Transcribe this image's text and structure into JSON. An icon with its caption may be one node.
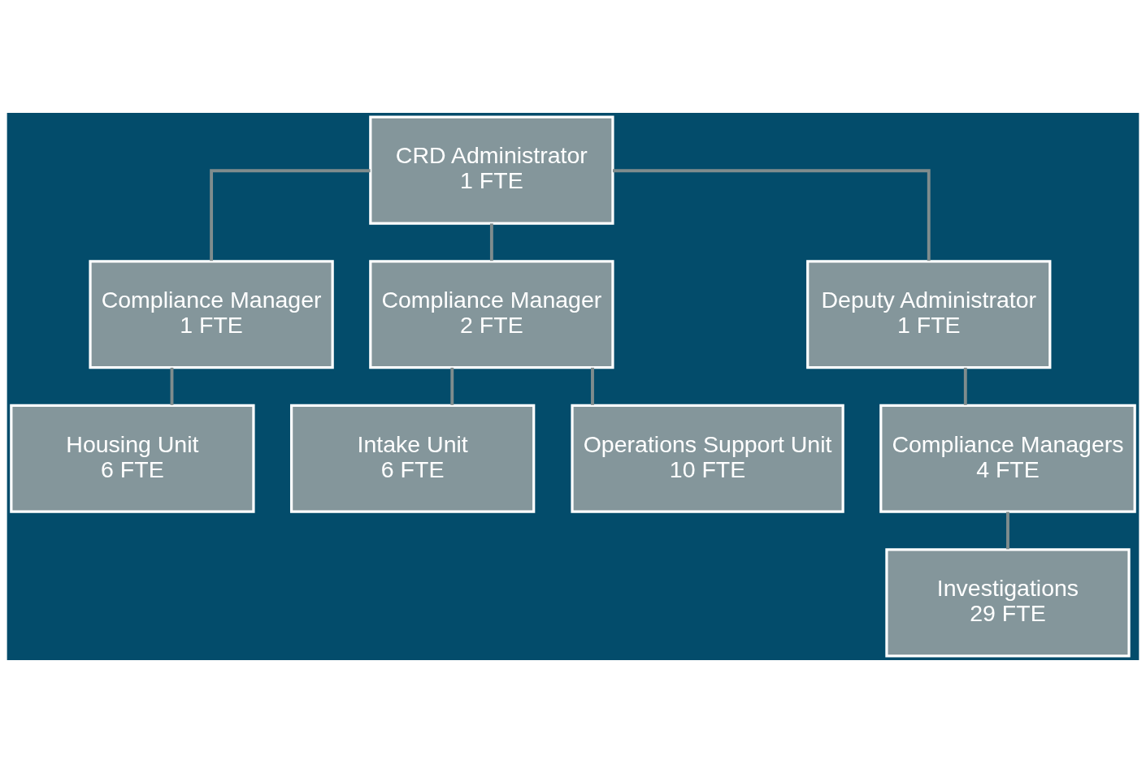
{
  "diagram": {
    "nodes": [
      {
        "text": [
          "CRD Administrator",
          "1 FTE"
        ]
      },
      {
        "text": [
          "Compliance Manager",
          "1 FTE"
        ]
      },
      {
        "text": [
          "Compliance Manager",
          "2 FTE"
        ]
      },
      {
        "text": [
          "Deputy Administrator",
          "1 FTE"
        ]
      },
      {
        "text": [
          "Housing Unit",
          "6 FTE"
        ]
      },
      {
        "text": [
          "Intake Unit",
          "6 FTE"
        ]
      },
      {
        "text": [
          "Operations Support Unit",
          "10 FTE"
        ]
      },
      {
        "text": [
          "Compliance Managers",
          "4 FTE"
        ]
      },
      {
        "text": [
          "Investigations",
          "29 FTE"
        ]
      }
    ],
    "edges": [
      {
        "from": 0,
        "to": 1,
        "arrow": "none"
      },
      {
        "from": 0,
        "to": 2,
        "arrow": "none"
      },
      {
        "from": 0,
        "to": 3,
        "arrow": "none"
      },
      {
        "from": 1,
        "to": 4,
        "arrow": "none"
      },
      {
        "from": 2,
        "to": 5,
        "arrow": "none"
      },
      {
        "from": 2,
        "to": 6,
        "arrow": "none"
      },
      {
        "from": 3,
        "to": 7,
        "arrow": "none"
      },
      {
        "from": 7,
        "to": 8,
        "arrow": "none"
      }
    ]
  }
}
